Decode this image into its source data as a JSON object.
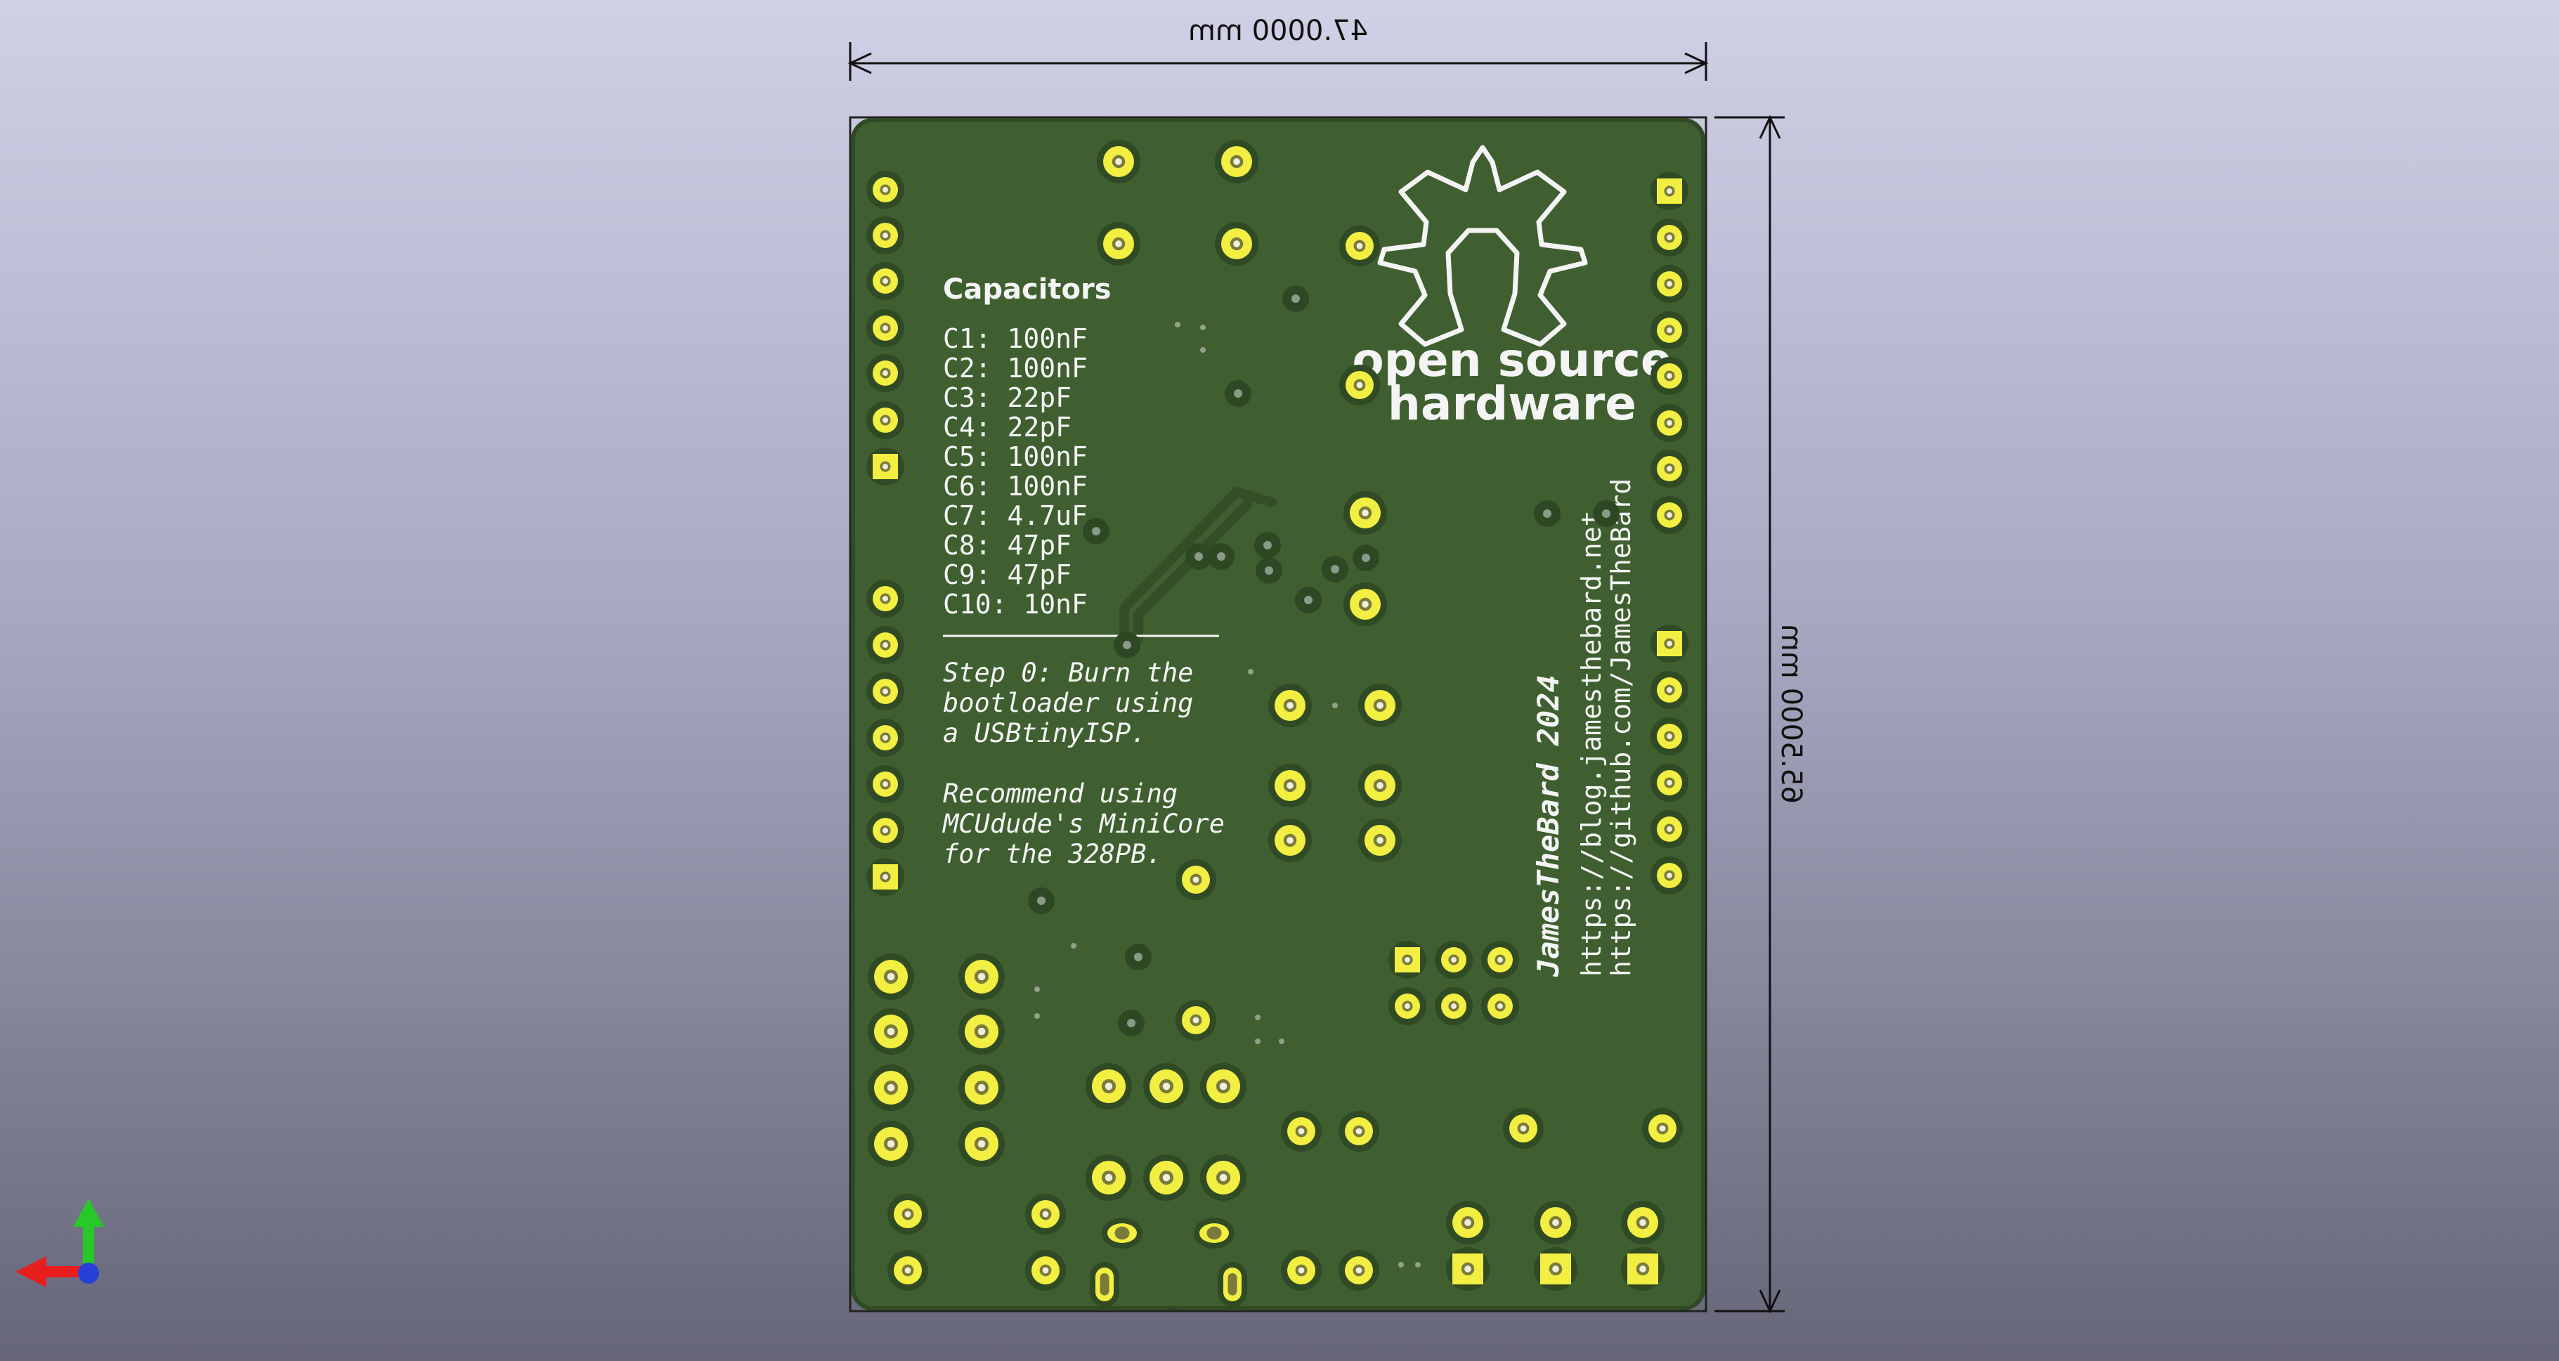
{
  "dimensions": {
    "width_label": "47.0000 mm",
    "height_label": "65.5000 mm"
  },
  "logo": {
    "line1": "open source",
    "line2": "hardware"
  },
  "capacitors": {
    "title": "Capacitors",
    "items": [
      "C1:  100nF",
      "C2:  100nF",
      "C3:  22pF",
      "C4:  22pF",
      "C5:  100nF",
      "C6:  100nF",
      "C7:  4.7uF",
      "C8:  47pF",
      "C9:  47pF",
      "C10: 10nF"
    ]
  },
  "instructions": {
    "lines": [
      "Step 0: Burn the",
      "bootloader using",
      "a USBtinyISP.",
      "",
      "Recommend using",
      "MCUdude's MiniCore",
      "for the 328PB."
    ]
  },
  "credits": {
    "author": "JamesTheBard 2024",
    "blog": "https://blog.jamesthebard.net",
    "github": "https://github.com/JamesTheBard"
  },
  "colors": {
    "board": "#3f5f30",
    "edge": "#2f4a24",
    "silkscreen": "#f4f4f4",
    "pad": "#f2ee42",
    "drill": "#7a7a3a",
    "axis_x": "#e81e1e",
    "axis_y": "#28c828",
    "axis_z": "#2840d8"
  }
}
